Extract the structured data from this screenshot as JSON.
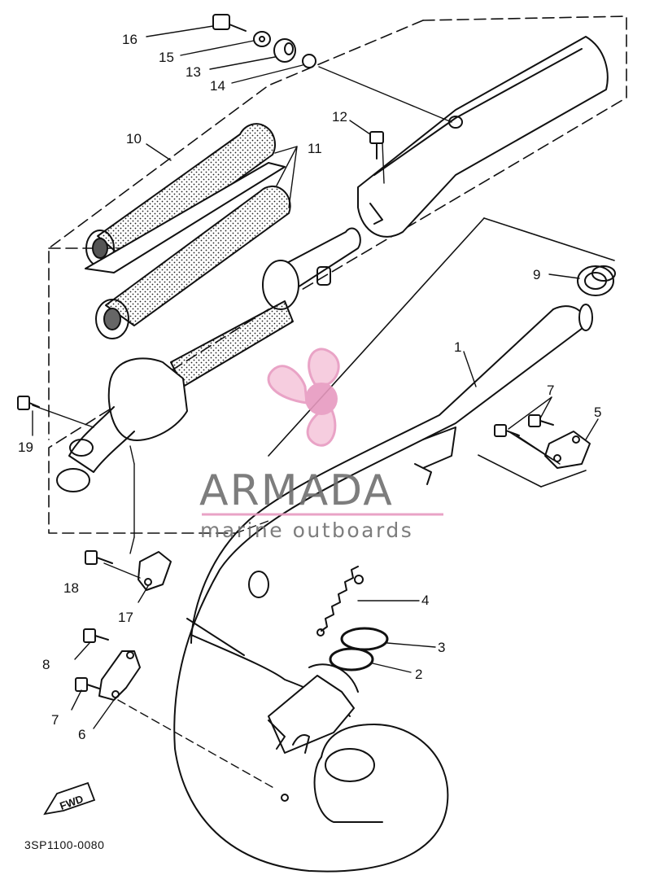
{
  "diagram": {
    "part_numbers": {
      "p1": "1",
      "p2": "2",
      "p3": "3",
      "p4": "4",
      "p5": "5",
      "p6": "6",
      "p7a": "7",
      "p7b": "7",
      "p8": "8",
      "p9": "9",
      "p10": "10",
      "p11": "11",
      "p12": "12",
      "p13": "13",
      "p14": "14",
      "p15": "15",
      "p16": "16",
      "p17": "17",
      "p18": "18",
      "p19": "19"
    },
    "diagram_code": "3SP1100-0080",
    "direction_label": "FWD"
  },
  "watermark": {
    "brand": "ARMADA",
    "tagline": "marine outboards",
    "brand_color": "#6f6f6f",
    "accent_color": "#e79ac0"
  },
  "icons": {
    "fwd_arrow": "fwd-arrow-icon",
    "propeller": "propeller-icon"
  }
}
